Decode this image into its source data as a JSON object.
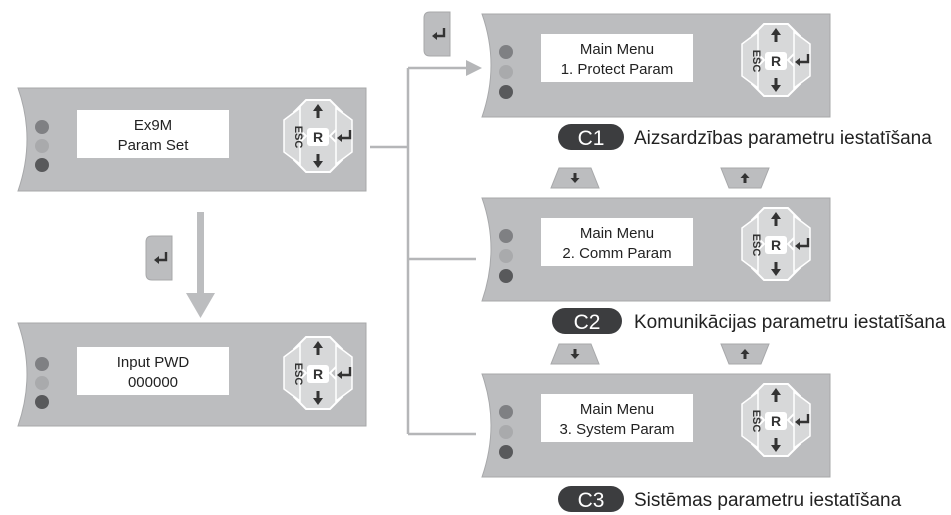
{
  "panels": [
    {
      "id": "ex9m",
      "line1": "Ex9M",
      "line2": "Param Set"
    },
    {
      "id": "pwd",
      "line1": "Input PWD",
      "line2": "000000"
    },
    {
      "id": "m1",
      "line1": "Main Menu",
      "line2": "1. Protect Param"
    },
    {
      "id": "m2",
      "line1": "Main Menu",
      "line2": "2. Comm Param"
    },
    {
      "id": "m3",
      "line1": "Main Menu",
      "line2": "3. System Param"
    }
  ],
  "keypad": {
    "esc": "ESC",
    "reset": "R"
  },
  "sections": [
    {
      "badge": "C1",
      "caption": "Aizsardzības parametru iestatīšana"
    },
    {
      "badge": "C2",
      "caption": "Komunikācijas parametru iestatīšana"
    },
    {
      "badge": "C3",
      "caption": "Sistēmas parametru iestatīšana"
    }
  ],
  "colors": {
    "panel": "#bcbdbf",
    "panel_stroke": "#a7a8aa",
    "badge": "#3c3d3f",
    "arrow": "#bcbdbf",
    "connector": "#b5b6b8",
    "led_dark": "#7f8083",
    "led_mid": "#a9aaac",
    "led_low": "#58595b"
  },
  "icons": {
    "enter": "enter-icon",
    "down": "arrow-down-icon",
    "up": "arrow-up-icon"
  }
}
